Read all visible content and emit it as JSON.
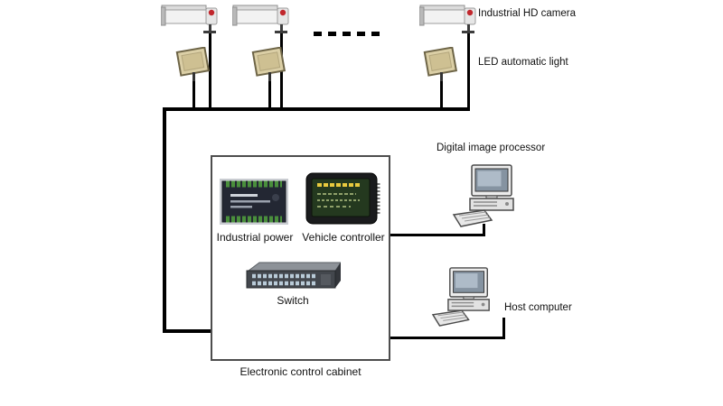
{
  "diagram": {
    "top": {
      "camera_label": "Industrial HD camera",
      "light_label": "LED automatic light"
    },
    "cabinet": {
      "label": "Electronic control cabinet",
      "industrial_power_label": "Industrial power",
      "vehicle_controller_label": "Vehicle controller",
      "switch_label": "Switch"
    },
    "right": {
      "processor_label": "Digital image processor",
      "host_label": "Host computer"
    },
    "colors": {
      "line": "#000000",
      "led_panel": "#dbcfa6",
      "camera_badge": "#c1272d",
      "cabinet_border": "#4d4d4d"
    },
    "ellipsis_dots": 5
  }
}
